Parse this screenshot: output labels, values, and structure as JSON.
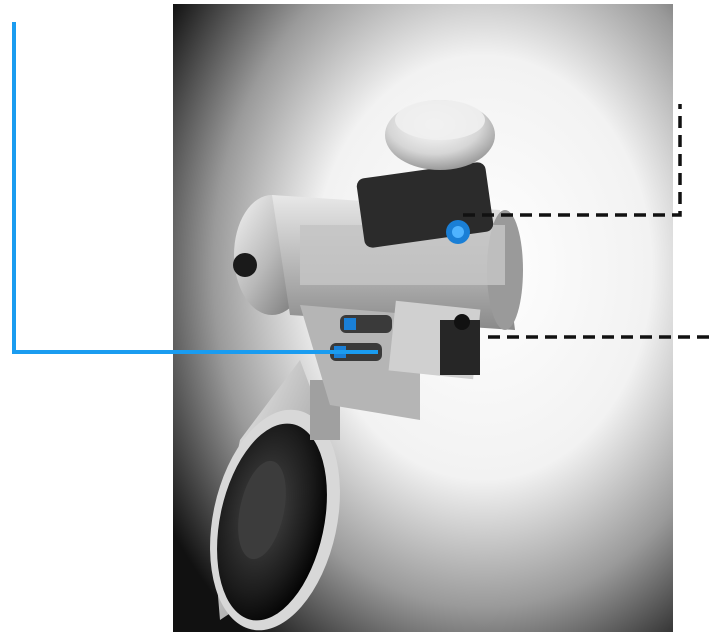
{
  "figure": {
    "background": "#ffffff",
    "photo_subject": "pneumatic-actuated-butterfly-valve",
    "callouts": [
      {
        "id": "air-supply-callout",
        "color": "#1a9cf0",
        "style": "solid"
      },
      {
        "id": "position-switch-callout",
        "color": "#111111",
        "style": "dashed"
      },
      {
        "id": "solenoid-valve-callout",
        "color": "#111111",
        "style": "dashed"
      }
    ]
  }
}
